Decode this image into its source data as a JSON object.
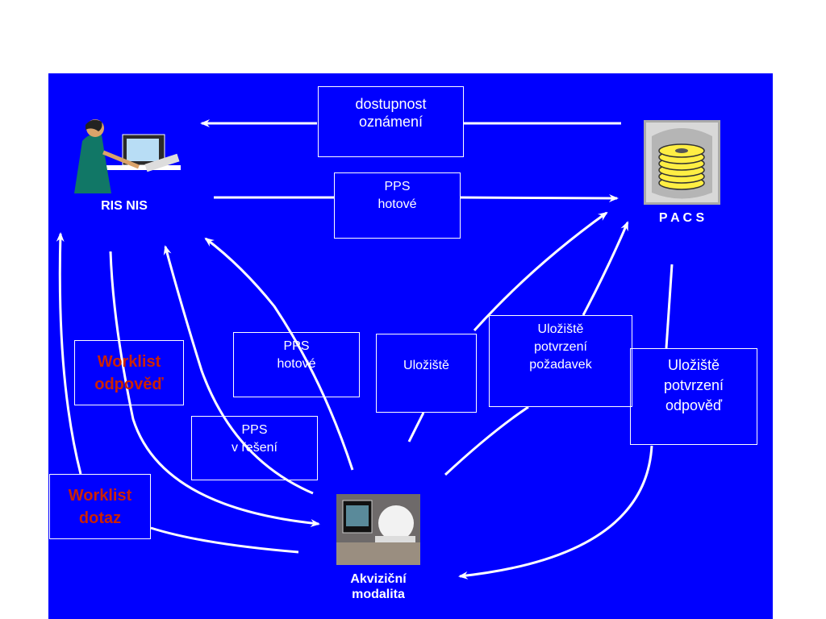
{
  "colors": {
    "background": "#0000ff",
    "foreground": "#ffffff",
    "highlight": "#cc2200"
  },
  "nodes": {
    "ris": {
      "line1": "RIS",
      "line2": "NIS",
      "icon": "operator-at-computer-icon"
    },
    "pacs": {
      "label": "P A C S",
      "icon": "disk-storage-icon"
    },
    "modality": {
      "line1": "Akviziční",
      "line2": "modalita",
      "icon": "acquisition-device-icon"
    }
  },
  "messages": {
    "availability": {
      "line1": "dostupnost",
      "line2": "oznámení"
    },
    "pps_done_top": {
      "line1": "PPS",
      "line2": "hotové"
    },
    "pps_done_mid": {
      "line1": "PPS",
      "line2": "hotové"
    },
    "pps_in_progress": {
      "line1": "PPS",
      "line2": "v řešení"
    },
    "storage": {
      "line1": "Uložiště"
    },
    "storage_commit_request": {
      "line1": "Uložiště",
      "line2": "potvrzení",
      "line3": "požadavek"
    },
    "storage_commit_response": {
      "line1": "Uložiště",
      "line2": "potvrzení",
      "line3": "odpověď"
    },
    "worklist_response": {
      "line1": "Worklist",
      "line2": "odpověď"
    },
    "worklist_query": {
      "line1": "Worklist",
      "line2": "dotaz"
    }
  }
}
